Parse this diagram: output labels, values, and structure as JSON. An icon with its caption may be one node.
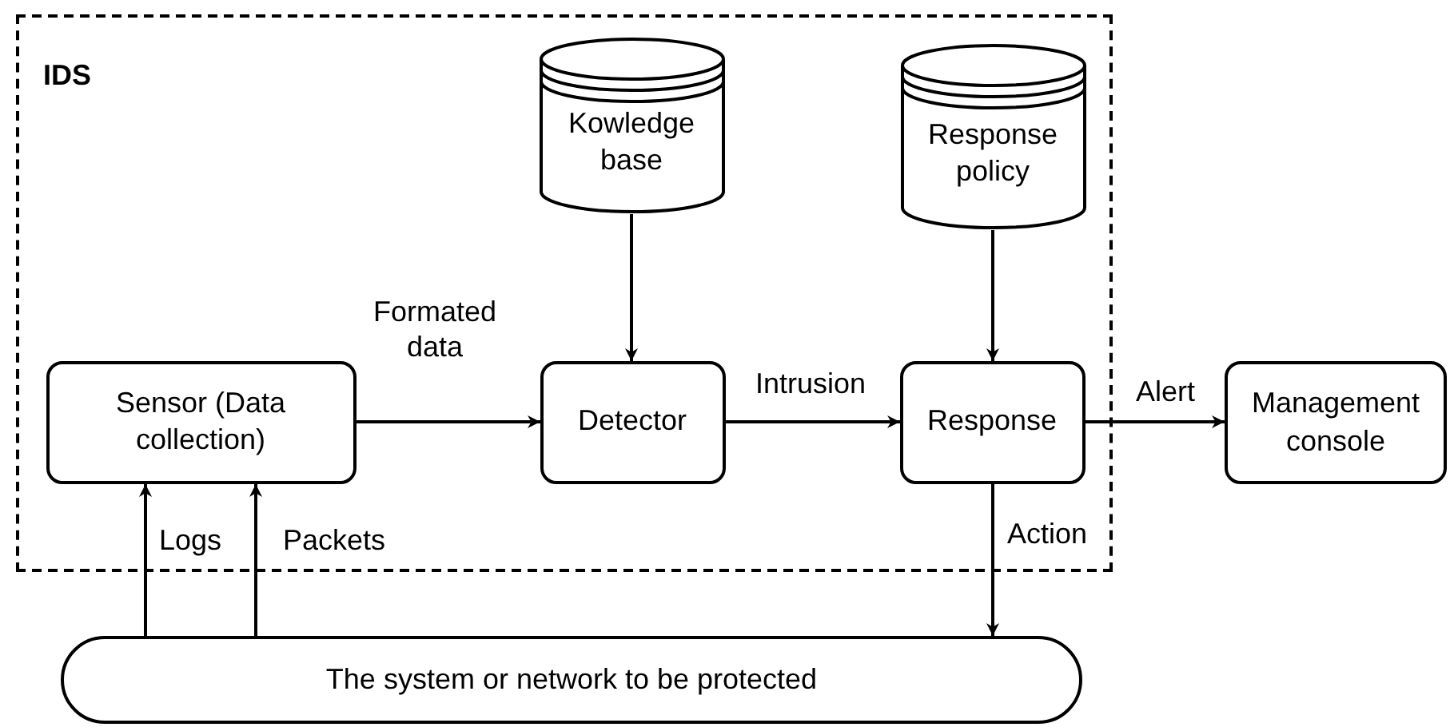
{
  "diagram": {
    "nodes": [
      {
        "text": [
          "IDS"
        ]
      },
      {
        "text": [
          "Kowledge base"
        ],
        "in": 0
      },
      {
        "text": [
          "Response policy"
        ],
        "in": 0
      },
      {
        "text": [
          "Sensor (Data collection)"
        ],
        "in": 0
      },
      {
        "text": [
          "Detector"
        ],
        "in": 0
      },
      {
        "text": [
          "Response"
        ],
        "in": 0
      },
      {
        "text": [
          "Management console"
        ]
      },
      {
        "text": [
          "The system or network to be protected"
        ]
      }
    ],
    "edges": [
      {
        "from": 1,
        "to": 4,
        "arrow": "to"
      },
      {
        "from": 2,
        "to": 5,
        "arrow": "to"
      },
      {
        "from": 3,
        "to": 4,
        "arrow": "to",
        "label": "Formated data"
      },
      {
        "from": 4,
        "to": 5,
        "arrow": "to",
        "label": "Intrusion"
      },
      {
        "from": 5,
        "to": 6,
        "arrow": "to",
        "label": "Alert"
      },
      {
        "from": 7,
        "to": 3,
        "arrow": "to",
        "label": "Logs"
      },
      {
        "from": 7,
        "to": 3,
        "arrow": "to",
        "label": "Packets"
      },
      {
        "from": 5,
        "to": 7,
        "arrow": "to",
        "label": "Action"
      }
    ]
  }
}
